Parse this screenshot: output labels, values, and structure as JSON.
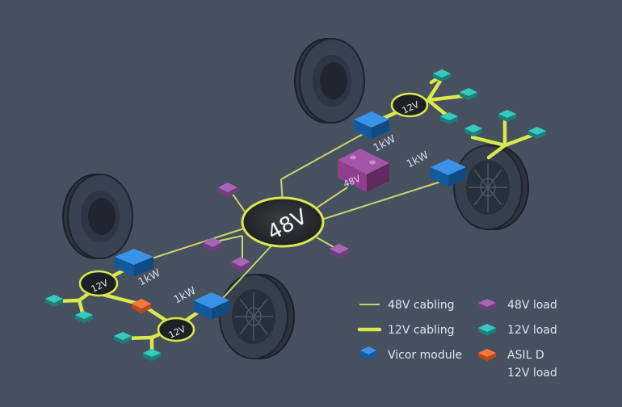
{
  "hub": {
    "label": "48V"
  },
  "battery": {
    "label": "48V"
  },
  "modules": [
    {
      "power": "1kW"
    },
    {
      "power": "1kW"
    },
    {
      "power": "1kW"
    },
    {
      "power": "1kW"
    }
  ],
  "converter_nodes": [
    {
      "label": "12V"
    },
    {
      "label": "12V"
    },
    {
      "label": "12V"
    }
  ],
  "legend": {
    "cabling_48v": "48V cabling",
    "cabling_12v": "12V cabling",
    "vicor_module": "Vicor module",
    "load_48v": "48V load",
    "load_12v": "12V load",
    "asil_d_line1": "ASIL D",
    "asil_d_line2": "12V load"
  },
  "colors": {
    "background": "#46505f",
    "cable_48v": "#c8d66a",
    "cable_12v": "#dbe84c",
    "vicor_module": "#1e78c8",
    "load_48v": "#9a5cab",
    "load_12v": "#2bb8b0",
    "asil_d": "#ef6a2e",
    "battery": "#8e3f8e"
  }
}
